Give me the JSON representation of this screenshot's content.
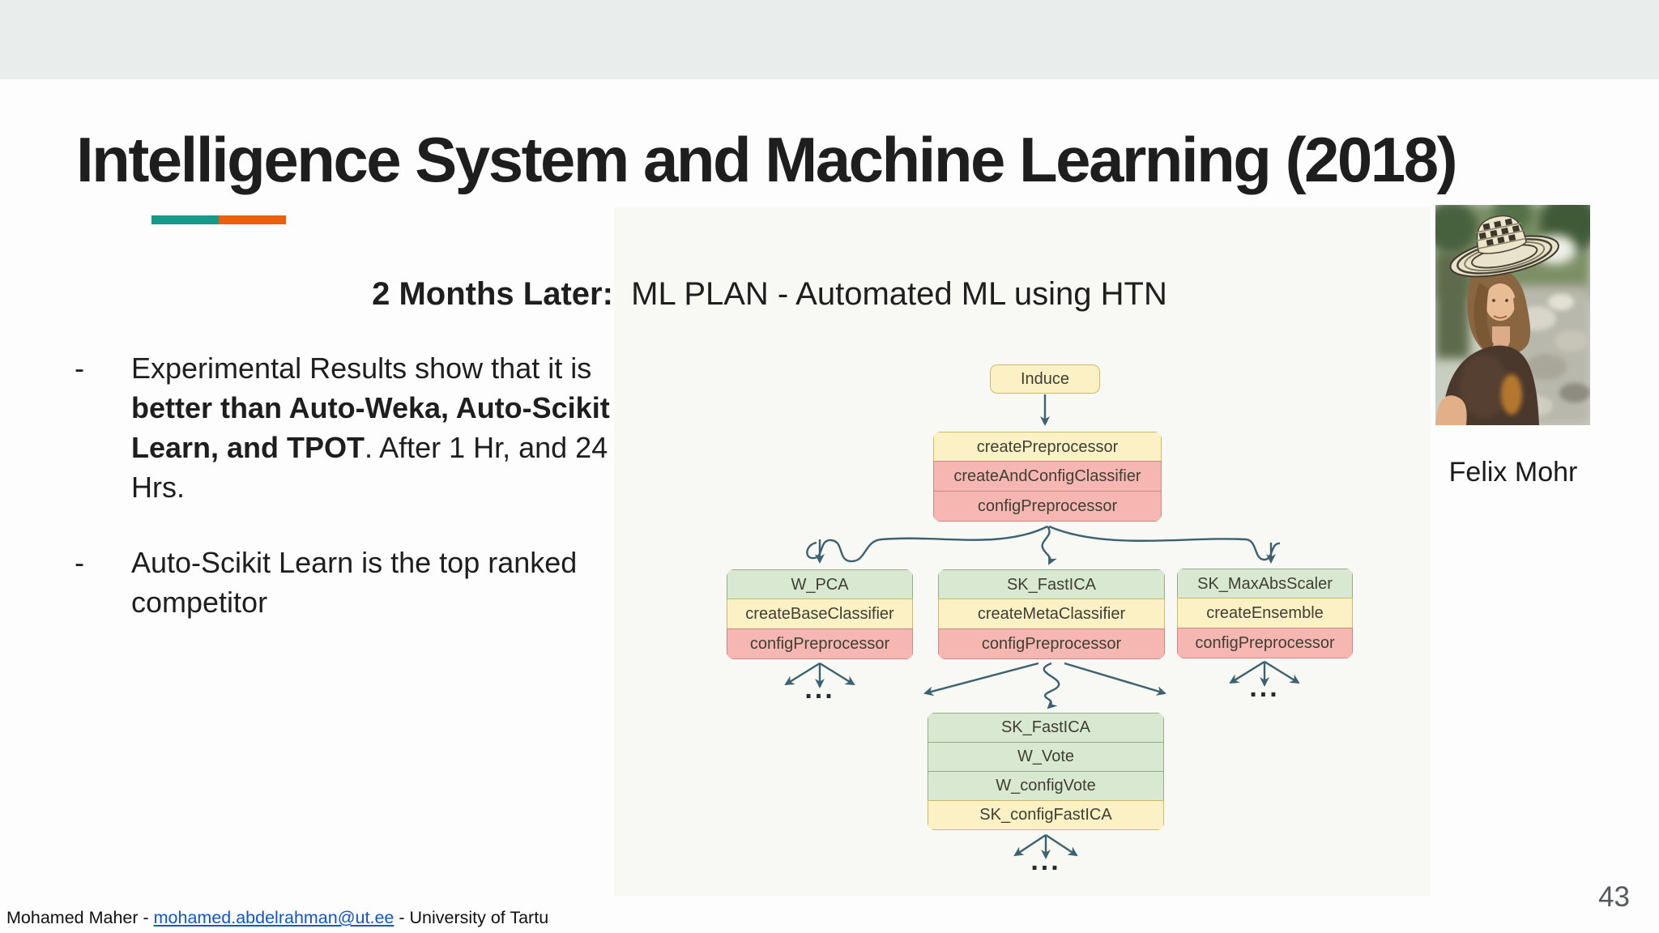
{
  "slide": {
    "title": "Intelligence System and Machine Learning (2018)",
    "subtitle": {
      "bold": "2 Months Later:",
      "rest": "  ML PLAN - Automated ML using HTN"
    },
    "bullet_marker": "-",
    "bullets": [
      {
        "segments": [
          {
            "text": "Experimental Results show that it is ",
            "bold": false
          },
          {
            "text": "better than Auto-Weka, Auto-Scikit Learn, and TPOT",
            "bold": true
          },
          {
            "text": ". After 1 Hr, and 24 Hrs.",
            "bold": false
          }
        ]
      },
      {
        "segments": [
          {
            "text": "Auto-Scikit Learn is the top ranked competitor",
            "bold": false
          }
        ]
      }
    ],
    "photo_caption": "Felix Mohr",
    "footer": {
      "author": "Mohamed Maher - ",
      "email": "mohamed.abdelrahman@ut.ee",
      "affiliation": " - University of Tartu"
    },
    "page_number": "43"
  },
  "diagram": {
    "ellipsis": "...",
    "root": {
      "label": "Induce"
    },
    "stacks": {
      "plan": {
        "rows": [
          {
            "label": "createPreprocessor"
          },
          {
            "label": "createAndConfigClassifier"
          },
          {
            "label": "configPreprocessor"
          }
        ]
      },
      "wpca": {
        "rows": [
          {
            "label": "W_PCA"
          },
          {
            "label": "createBaseClassifier"
          },
          {
            "label": "configPreprocessor"
          }
        ]
      },
      "fastica": {
        "rows": [
          {
            "label": "SK_FastICA"
          },
          {
            "label": "createMetaClassifier"
          },
          {
            "label": "configPreprocessor"
          }
        ]
      },
      "maxabs": {
        "rows": [
          {
            "label": "SK_MaxAbsScaler"
          },
          {
            "label": "createEnsemble"
          },
          {
            "label": "configPreprocessor"
          }
        ]
      },
      "ensemble": {
        "rows": [
          {
            "label": "SK_FastICA"
          },
          {
            "label": "W_Vote"
          },
          {
            "label": "W_configVote"
          },
          {
            "label": "SK_configFastICA"
          }
        ]
      }
    }
  },
  "colors": {
    "band-gray": "#e9eeec",
    "accent-teal": "#17998a",
    "accent-orange": "#ec600c",
    "text-dark": "#1e1e1e",
    "link-blue": "#1155cc",
    "page-number-gray": "#55585c",
    "diagram-bg": "#f8f8f5",
    "node-yellow": "#fcf1c5",
    "node-yellow-border": "#cbbb66",
    "node-pink": "#f6b7b2",
    "node-pink-border": "#c98985",
    "node-green": "#d9e8d1",
    "node-green-border": "#93ad88",
    "arrow-color": "#3c6170",
    "box-text": "#3f3f33"
  }
}
